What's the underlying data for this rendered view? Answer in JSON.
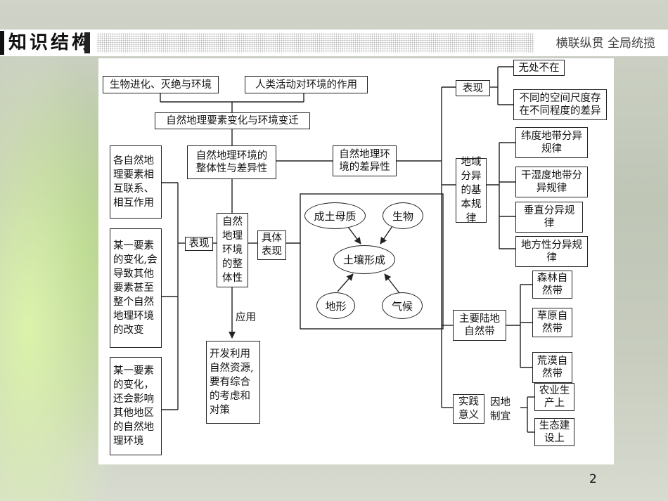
{
  "header": {
    "section_title": "知识结构",
    "slogan": "横联纵贯  全局统揽"
  },
  "page_number": "2",
  "diagram": {
    "top_left": "生物进化、灭绝与环境",
    "top_right": "人类活动对环境的作用",
    "main": "自然地理要素变化与环境变迁",
    "whole_diff": "自然地理环境的整体性与差异性",
    "diff_center": "自然地理环境的差异性",
    "left_1": "各自然地理要素相互联系、相互作用",
    "left_2": "某一要素的变化,会导致其他要素甚至整个自然地理环境的改变",
    "left_3": "某一要素的变化，还会影响其他地区的自然地理环境",
    "biaoxian_left": "表现",
    "integrity": "自然地理环境的整体性",
    "concrete": "具体表现",
    "apply_label": "应用",
    "develop": "开发利用自然资源,要有综合的考虑和对策",
    "soil": {
      "center": "土壤形成",
      "parent": "成土母质",
      "bio": "生物",
      "terrain": "地形",
      "climate": "气候"
    },
    "biaoxian_right": "表现",
    "everywhere": "无处不在",
    "diff_scale": "不同的空间尺度存在不同程度的差异",
    "regional": "地域分异的基本规律",
    "law_lat": "纬度地带分异规律",
    "law_dry": "干湿度地带分异规律",
    "law_vert": "垂直分异规律",
    "law_local": "地方性分异规律",
    "zones": "主要陆地自然带",
    "zone_forest": "森林自然带",
    "zone_grass": "草原自然带",
    "zone_desert": "荒漠自然带",
    "practice": "实践意义",
    "local_cond": "因地制宜",
    "agri": "农业生产上",
    "eco": "生态建设上"
  }
}
